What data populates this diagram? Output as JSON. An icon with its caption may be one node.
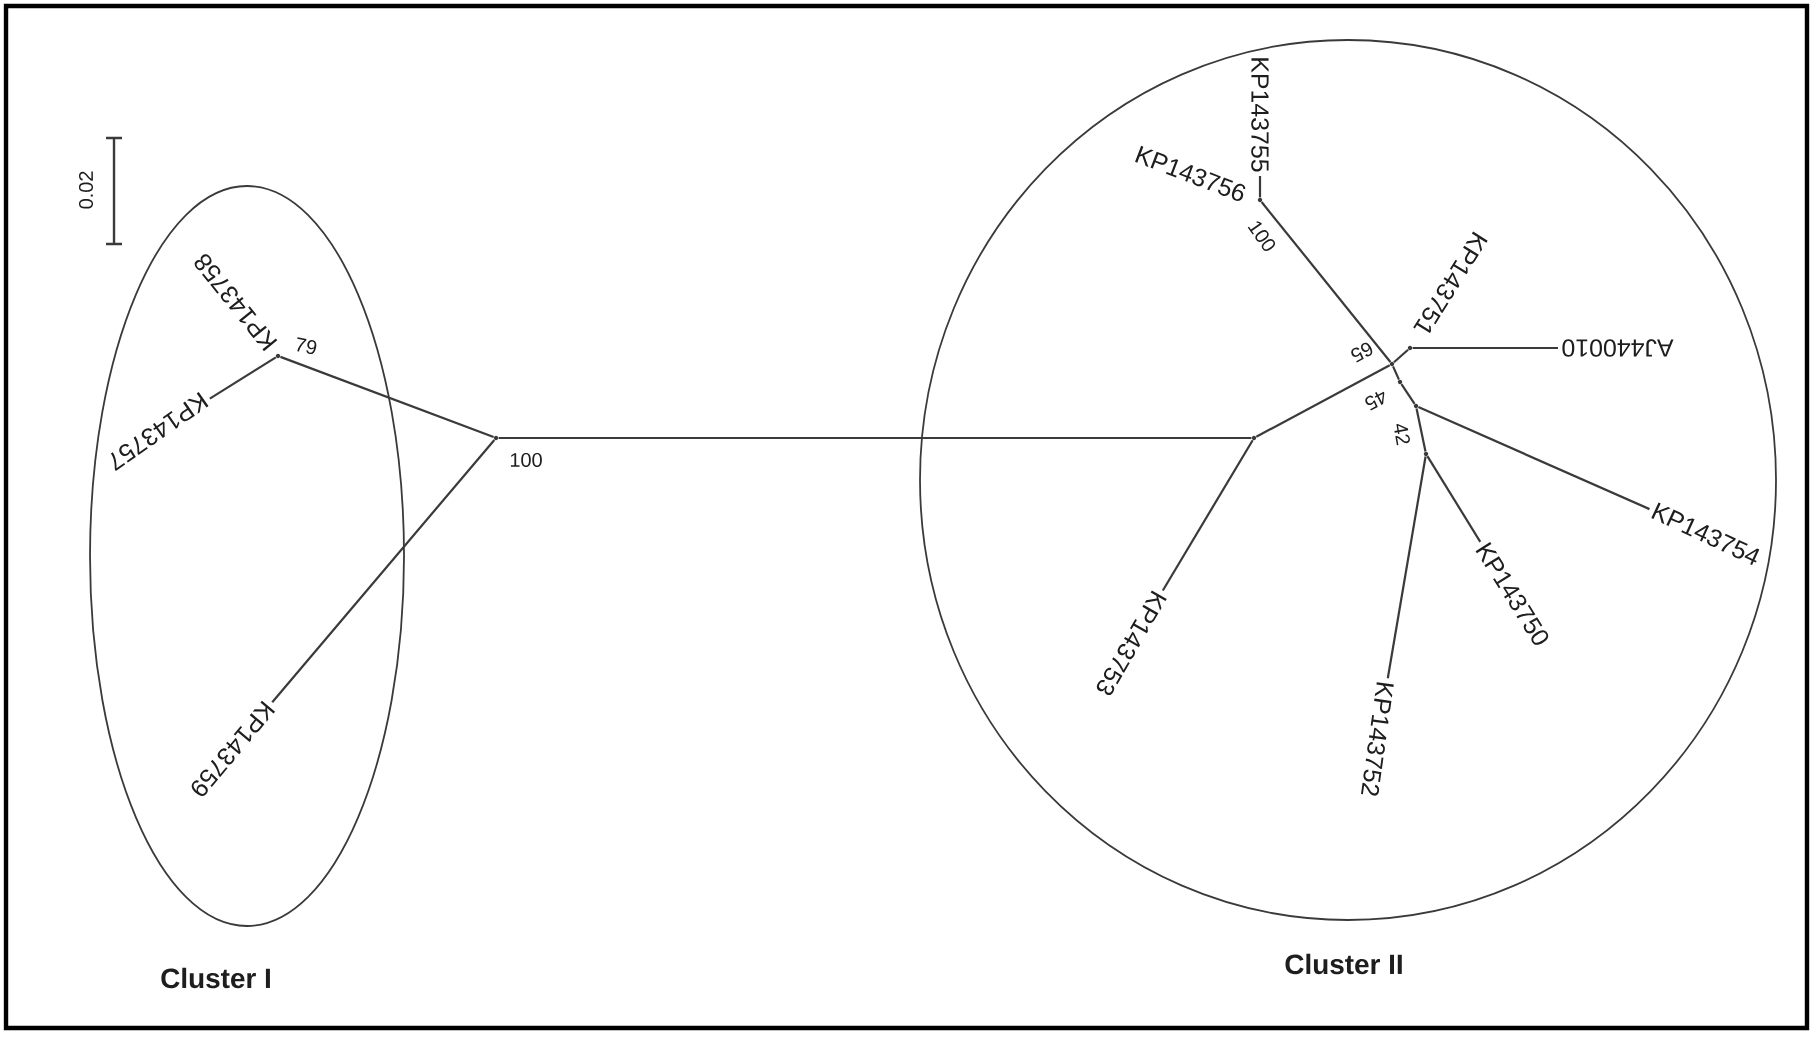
{
  "diagram": {
    "nodes": [
      {
        "text": [
          "Cluster I"
        ]
      },
      {
        "text": [
          "KP143758"
        ],
        "in": 0
      },
      {
        "text": [
          "KP143757"
        ],
        "in": 0
      },
      {
        "text": [
          "KP143759"
        ],
        "in": 0
      },
      {
        "text": [],
        "shape": "dot",
        "in": 0,
        "beside": [
          "79"
        ]
      },
      {
        "text": [],
        "shape": "dot",
        "beside": [
          "100"
        ]
      },
      {
        "text": [
          "Cluster II"
        ]
      },
      {
        "text": [
          "KP143755"
        ],
        "in": 6
      },
      {
        "text": [
          "KP143756"
        ],
        "in": 6
      },
      {
        "text": [
          "KP143751"
        ],
        "in": 6
      },
      {
        "text": [
          "AJ440010"
        ],
        "in": 6
      },
      {
        "text": [
          "KP143754"
        ],
        "in": 6
      },
      {
        "text": [
          "KP143750"
        ],
        "in": 6
      },
      {
        "text": [
          "KP143752"
        ],
        "in": 6
      },
      {
        "text": [
          "KP143753"
        ],
        "in": 6
      },
      {
        "text": [],
        "shape": "dot",
        "in": 6
      },
      {
        "text": [],
        "shape": "dot",
        "in": 6,
        "beside": [
          "100"
        ]
      },
      {
        "text": [],
        "shape": "dot",
        "in": 6,
        "beside": [
          "65"
        ]
      },
      {
        "text": [],
        "shape": "dot",
        "in": 6,
        "beside": [
          "45"
        ]
      },
      {
        "text": [],
        "shape": "dot",
        "in": 6
      },
      {
        "text": [],
        "shape": "dot",
        "in": 6
      },
      {
        "text": [],
        "shape": "dot",
        "in": 6,
        "beside": [
          "42"
        ]
      }
    ],
    "edges": [
      {
        "from": 5,
        "to": 4,
        "arrow": "none"
      },
      {
        "from": 4,
        "to": 2,
        "arrow": "none"
      },
      {
        "from": 5,
        "to": 3,
        "arrow": "none"
      },
      {
        "from": 5,
        "to": 15,
        "arrow": "none"
      },
      {
        "from": 15,
        "to": 14,
        "arrow": "none"
      },
      {
        "from": 15,
        "to": 17,
        "arrow": "none"
      },
      {
        "from": 17,
        "to": 16,
        "arrow": "none"
      },
      {
        "from": 16,
        "to": 7,
        "arrow": "none"
      },
      {
        "from": 17,
        "to": 19,
        "arrow": "none"
      },
      {
        "from": 19,
        "to": 10,
        "arrow": "none"
      },
      {
        "from": 17,
        "to": 18,
        "arrow": "none"
      },
      {
        "from": 18,
        "to": 20,
        "arrow": "none"
      },
      {
        "from": 20,
        "to": 11,
        "arrow": "none"
      },
      {
        "from": 20,
        "to": 21,
        "arrow": "none"
      },
      {
        "from": 21,
        "to": 12,
        "arrow": "none"
      },
      {
        "from": 21,
        "to": 13,
        "arrow": "none"
      }
    ],
    "labels": [
      "0.02"
    ]
  }
}
